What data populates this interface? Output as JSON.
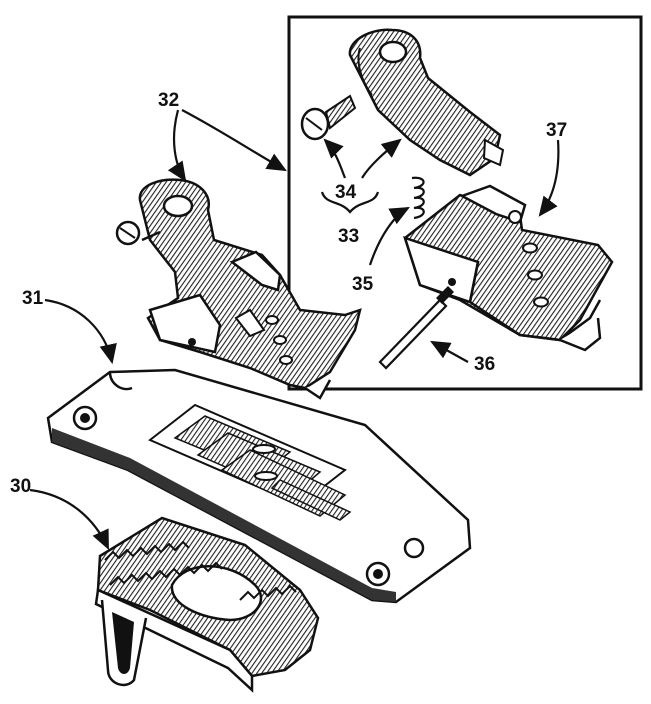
{
  "colors": {
    "ink": "#111111",
    "shade": "#4a4a4a",
    "paper": "#ffffff"
  },
  "labels": {
    "l30": "30",
    "l31": "31",
    "l32": "32",
    "l33": "33",
    "l34": "34",
    "l35": "35",
    "l36": "36",
    "l37": "37"
  },
  "parts": [
    {
      "label": "30",
      "name": "feed-dog"
    },
    {
      "label": "31",
      "name": "throat-plate"
    },
    {
      "label": "32",
      "name": "presser-foot-assembly"
    },
    {
      "label": "33",
      "name": "hinge-screw-and-spring"
    },
    {
      "label": "34",
      "name": "hinge-screw"
    },
    {
      "label": "35",
      "name": "spring"
    },
    {
      "label": "36",
      "name": "hinge-pin"
    },
    {
      "label": "37",
      "name": "presser-foot-sole"
    }
  ]
}
